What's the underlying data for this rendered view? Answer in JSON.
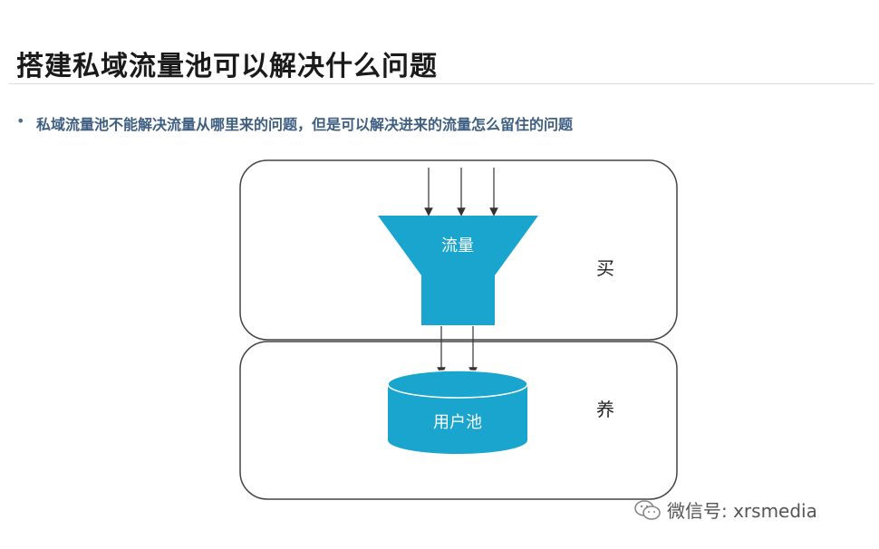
{
  "slide": {
    "title": "搭建私域流量池可以解决什么问题",
    "bullet_marker": "•",
    "bullet_text": "私域流量池不能解决流量从哪里来的问题，但是可以解决进来的流量怎么留住的问题"
  },
  "diagram": {
    "funnel_label": "流量",
    "pool_label": "用户池",
    "upper_stage_label": "买",
    "lower_stage_label": "养",
    "colors": {
      "accent": "#1aa5cf",
      "box_stroke": "#444444",
      "arrow": "#333333"
    }
  },
  "watermark": {
    "text": "微信号: xrsmedia"
  }
}
